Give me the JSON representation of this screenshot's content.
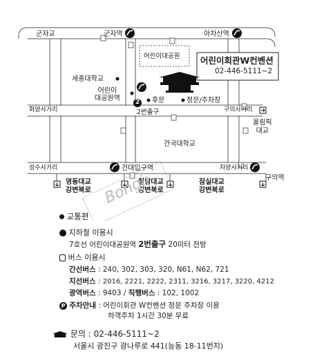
{
  "map": {
    "stations": {
      "gunja_left": "군자교",
      "gunja": "군자역",
      "achasan": "아차산역",
      "childrens_park": "어린이대공원",
      "sejong_univ": "세종대학교",
      "childrens_park_station": "어린이\n대공원역",
      "hwayang": "화양사거리",
      "exit2": "2번출구",
      "gate_east": "후문",
      "gate_main": "정문/주차장",
      "guui_int": "구의사거리",
      "olympic_bridge": "올림픽\n대교",
      "konkuk": "건국대학교",
      "seongsu": "성수사거리",
      "konkuk_station": "건대입구역",
      "jayang": "자양사거리",
      "guui_station": "구의역",
      "yeongdong": "영동대교\n강변북로",
      "cheongdam": "청담대교\n강변북로",
      "jamsil": "잠실대교\n강변북로",
      "exit_num": "2"
    },
    "venue": {
      "name": "어린이회관W컨벤션",
      "phone": "02-446-5111~2"
    },
    "watermark": "Bongji"
  },
  "info": {
    "transport_title": "교통편",
    "subway_title": "지하철 이용시",
    "subway_desc_pre": "7호선 어린이대공원역 ",
    "subway_desc_exit": "2번출구",
    "subway_desc_post": " 20미터 전방",
    "bus_title": "버스 이용시",
    "bus_rows": [
      {
        "label": "간선버스",
        "sep": " : ",
        "value": "240, 302, 303, 320, N61, N62, 721"
      },
      {
        "label": "지선버스",
        "sep": " : ",
        "value": "2016, 2221, 2222, 2311, 3216, 3217, 3220, 4212"
      },
      {
        "label": "광역버스",
        "sep": " : ",
        "value": "9403 / ",
        "label2": "직행버스",
        "sep2": " : ",
        "value2": "102, 1002"
      }
    ],
    "parking_label": "주차안내",
    "parking_sep": " : ",
    "parking_line1": "어린이회관 W컨벤션 정문 주차장 이용",
    "parking_line2": "하객주차 1시간 30분 무료",
    "contact_label": "문의",
    "contact_phone": " : 02-446-5111~2",
    "address": "서울시 광진구 광나루로 441(능동 18-11번지)"
  }
}
